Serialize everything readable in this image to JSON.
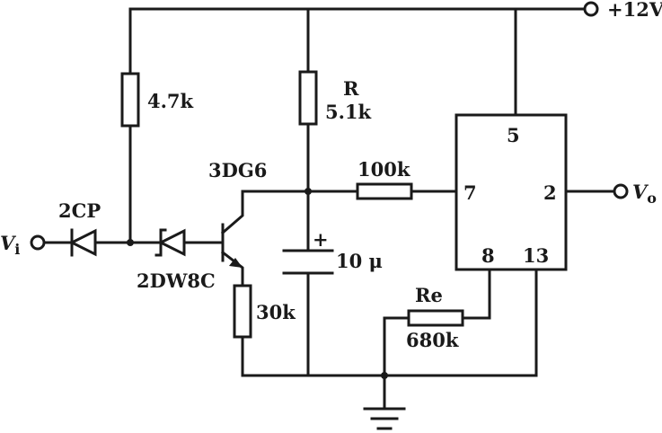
{
  "supply": {
    "label": "+12V"
  },
  "input": {
    "label": "V",
    "sub": "i"
  },
  "output": {
    "label": "V",
    "sub": "o"
  },
  "components": {
    "r1": {
      "value": "4.7k"
    },
    "r_timing": {
      "name": "R",
      "value": "5.1k"
    },
    "r_series": {
      "value": "100k"
    },
    "r_emitter": {
      "value": "30k"
    },
    "r_e": {
      "name": "Re",
      "value": "680k"
    },
    "c1": {
      "polarity": "+",
      "value": "10 μ"
    },
    "d_input": {
      "name": "2CP"
    },
    "d_zener": {
      "name": "2DW8C"
    },
    "transistor": {
      "name": "3DG6"
    }
  },
  "ic": {
    "pins": {
      "p5": "5",
      "p7": "7",
      "p2": "2",
      "p8": "8",
      "p13": "13"
    }
  }
}
